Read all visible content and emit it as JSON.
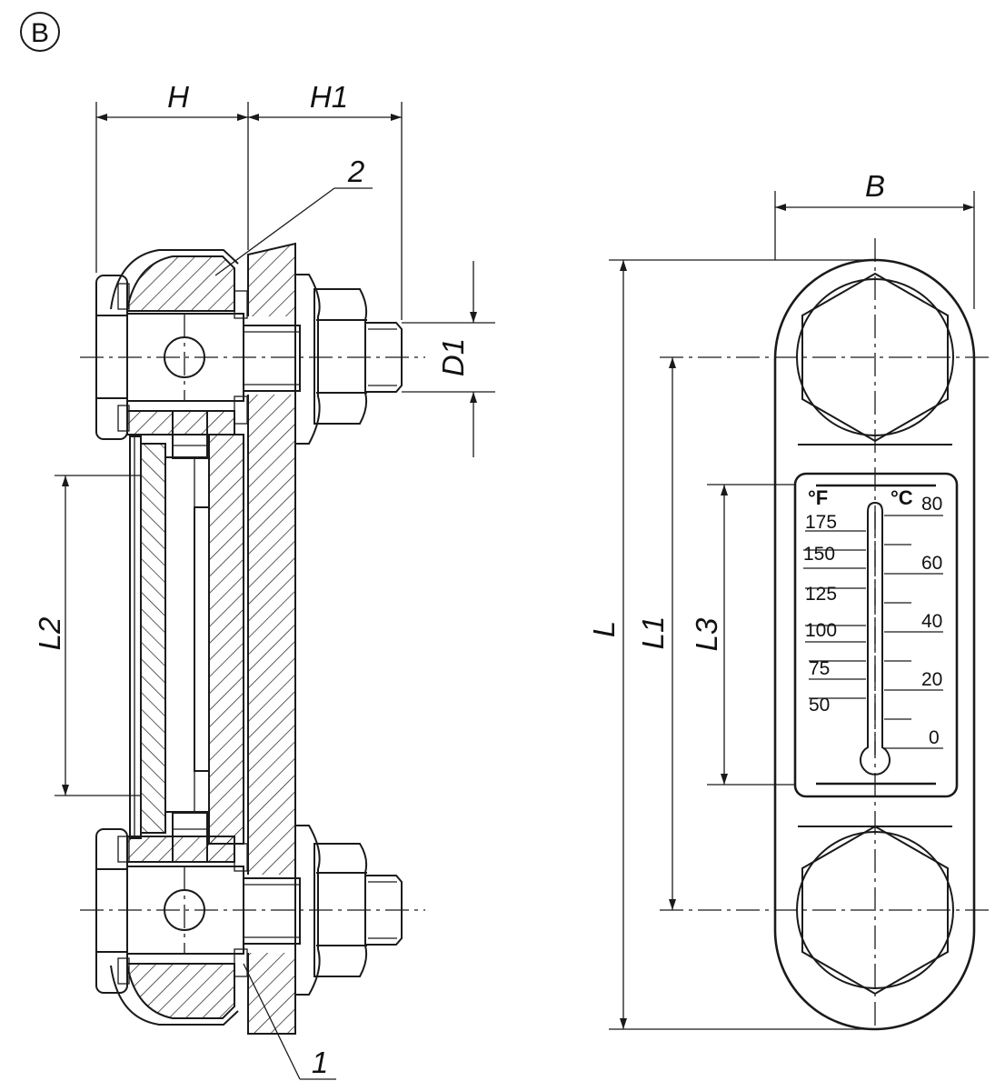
{
  "view_badge": "B",
  "dimensions": {
    "H": "H",
    "H1": "H1",
    "D1": "D1",
    "L2": "L2",
    "B": "B",
    "L": "L",
    "L1": "L1",
    "L3": "L3"
  },
  "callouts": {
    "item_2": "2",
    "item_1": "1"
  },
  "thermometer": {
    "fahrenheit_unit": "°F",
    "celsius_unit": "°C",
    "fahrenheit_ticks": [
      "175",
      "150",
      "125",
      "100",
      "75",
      "50"
    ],
    "celsius_ticks": [
      "80",
      "60",
      "40",
      "20",
      "0"
    ]
  }
}
